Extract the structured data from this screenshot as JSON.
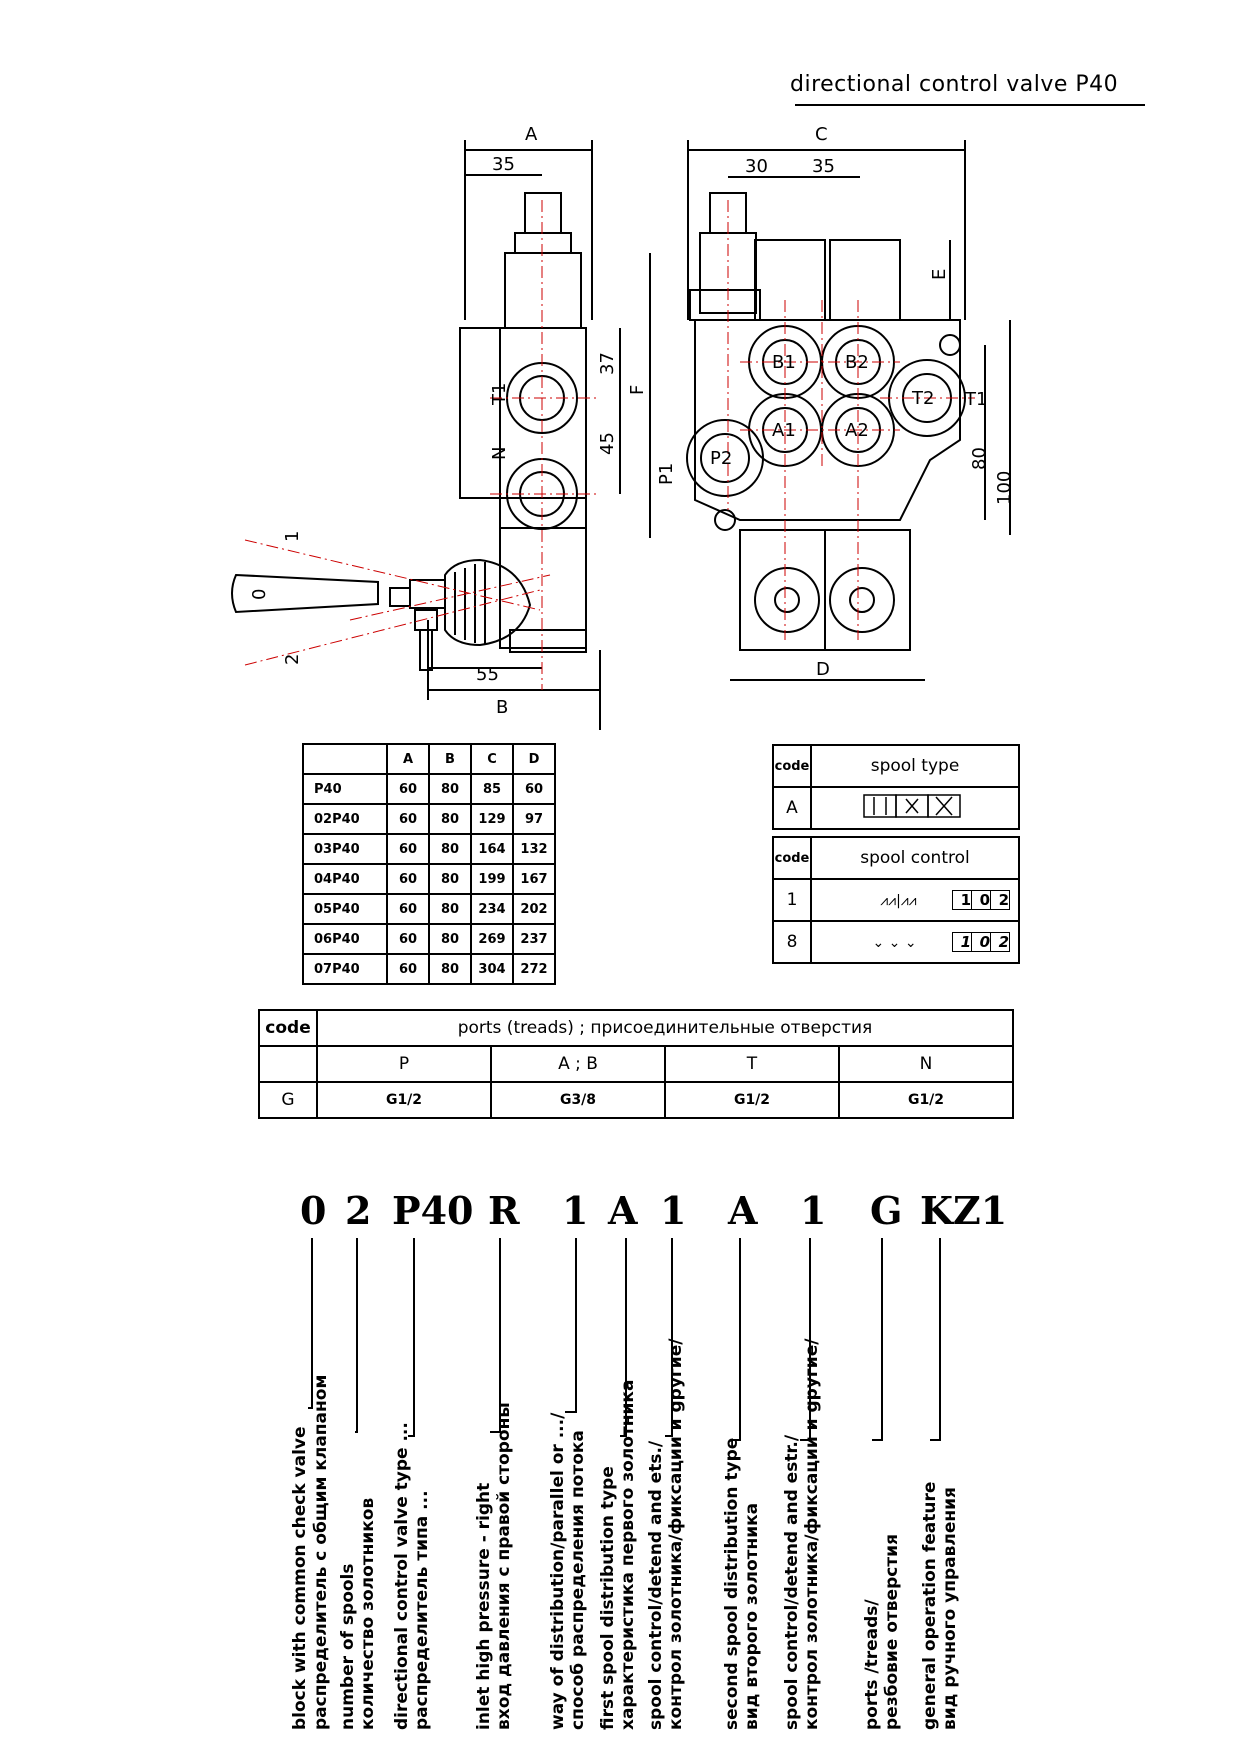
{
  "title": "directional control valve P40",
  "drawing": {
    "left_view": {
      "dim_A": "A",
      "dim_35": "35",
      "dim_37": "37",
      "dim_45": "45",
      "dim_F": "F",
      "port_T1": "T1",
      "port_N": "N",
      "dim_55": "55",
      "dim_B": "B",
      "lever_0": "0",
      "lever_1": "1",
      "lever_2": "2"
    },
    "front_view": {
      "dim_C": "C",
      "dim_30": "30",
      "dim_35": "35",
      "dim_E": "E",
      "dim_D": "D",
      "dim_80": "80",
      "dim_100": "100",
      "port_B1": "B1",
      "port_B2": "B2",
      "port_A1": "A1",
      "port_A2": "A2",
      "port_P2": "P2",
      "port_T2": "T2",
      "port_T1": "T1",
      "port_P1": "P1"
    }
  },
  "dimension_table": {
    "headers": [
      "",
      "A",
      "B",
      "C",
      "D"
    ],
    "rows": [
      [
        "P40",
        "60",
        "80",
        "85",
        "60"
      ],
      [
        "02P40",
        "60",
        "80",
        "129",
        "97"
      ],
      [
        "03P40",
        "60",
        "80",
        "164",
        "132"
      ],
      [
        "04P40",
        "60",
        "80",
        "199",
        "167"
      ],
      [
        "05P40",
        "60",
        "80",
        "234",
        "202"
      ],
      [
        "06P40",
        "60",
        "80",
        "269",
        "237"
      ],
      [
        "07P40",
        "60",
        "80",
        "304",
        "272"
      ]
    ]
  },
  "spool_type_table": {
    "header_code": "code",
    "header_title": "spool type",
    "rows": [
      {
        "code": "A"
      }
    ]
  },
  "spool_control_table": {
    "header_code": "code",
    "header_title": "spool control",
    "rows": [
      {
        "code": "1",
        "positions": [
          "1",
          "0",
          "2"
        ]
      },
      {
        "code": "8",
        "positions": [
          "1",
          "0",
          "2"
        ]
      }
    ]
  },
  "ports_table": {
    "header_code": "code",
    "header_title": "ports (treads) ; присоединительные отверстия",
    "columns": [
      "P",
      "A ; B",
      "T",
      "N"
    ],
    "row_code": "G",
    "values": [
      "G1/2",
      "G3/8",
      "G1/2",
      "G1/2"
    ]
  },
  "order_code": {
    "chars": [
      "0",
      "2",
      "P40",
      "R",
      "1",
      "A",
      "1",
      "A",
      "1",
      "G",
      "KZ1"
    ],
    "labels": [
      [
        "block with common check valve",
        "распределитель с общим клапаном"
      ],
      [
        "number of spools",
        "количество золотников"
      ],
      [
        "directional control valve type ...",
        "распределитель типа ..."
      ],
      [
        "inlet high pressure - right",
        "вход давления с правой стороны"
      ],
      [
        "way of distribution/parallel or .../",
        "способ распределения потока"
      ],
      [
        "first spool distribution type",
        "характеристика первого золотника"
      ],
      [
        "spool control/detend and ets./",
        "контрол золотника/фиксации и gpyгие/"
      ],
      [
        "second spool distribution type",
        "вид второго золотника"
      ],
      [
        "spool control/detend and estr./",
        "контрол золотника/фиксации и gpyгие/"
      ],
      [
        "ports /treads/",
        "резбовие отверстия"
      ],
      [
        "general operation feature",
        "вид ручного управления"
      ]
    ]
  }
}
